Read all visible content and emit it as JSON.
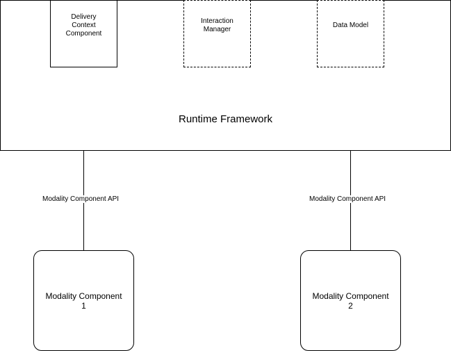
{
  "framework": {
    "label": "Runtime Framework"
  },
  "components": {
    "delivery_context": "Delivery\nContext\nComponent",
    "interaction_manager": "Interaction\nManager",
    "data_model": "Data Model"
  },
  "connectors": {
    "api_label_1": "Modality Component API",
    "api_label_2": "Modality Component API"
  },
  "modalities": {
    "modality_1": "Modality Component\n1",
    "modality_2": "Modality Component\n2"
  }
}
